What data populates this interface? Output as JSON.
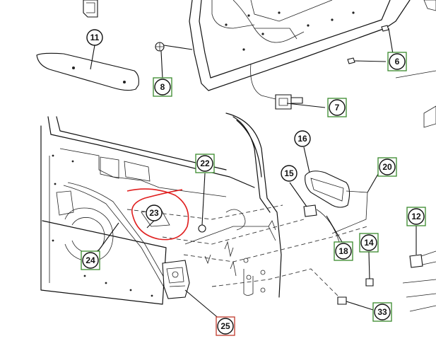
{
  "colors": {
    "line": "#111111",
    "box_green": "#3a8a2c",
    "box_red": "#c0392b",
    "highlight": "#e02020"
  },
  "callouts": [
    {
      "id": "6",
      "box": "green"
    },
    {
      "id": "7",
      "box": "green"
    },
    {
      "id": "8",
      "box": "green"
    },
    {
      "id": "11",
      "box": "none"
    },
    {
      "id": "12",
      "box": "green"
    },
    {
      "id": "14",
      "box": "green"
    },
    {
      "id": "15",
      "box": "none"
    },
    {
      "id": "16",
      "box": "none"
    },
    {
      "id": "18",
      "box": "green"
    },
    {
      "id": "20",
      "box": "green"
    },
    {
      "id": "22",
      "box": "green"
    },
    {
      "id": "23",
      "box": "none"
    },
    {
      "id": "24",
      "box": "green"
    },
    {
      "id": "25",
      "box": "red"
    },
    {
      "id": "33",
      "box": "green"
    }
  ]
}
